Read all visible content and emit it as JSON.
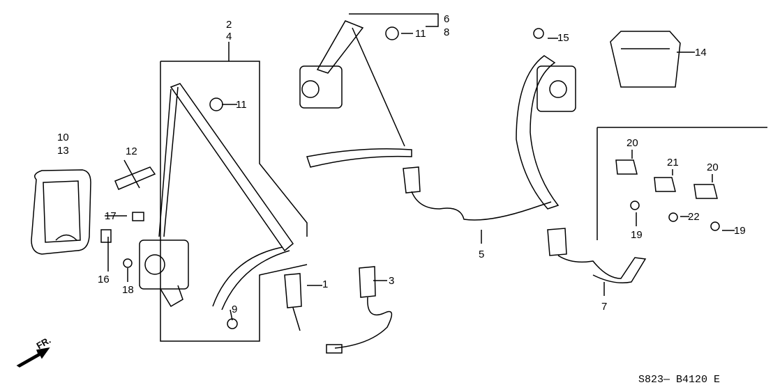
{
  "diagram_code": "S823— B4120 E",
  "direction_label": "FR.",
  "callouts": [
    {
      "id": "c2",
      "text": "2"
    },
    {
      "id": "c4",
      "text": "4"
    },
    {
      "id": "c6",
      "text": "6"
    },
    {
      "id": "c8",
      "text": "8"
    },
    {
      "id": "c11a",
      "text": "11"
    },
    {
      "id": "c11b",
      "text": "11"
    },
    {
      "id": "c15",
      "text": "15"
    },
    {
      "id": "c14",
      "text": "14"
    },
    {
      "id": "c10",
      "text": "10"
    },
    {
      "id": "c13",
      "text": "13"
    },
    {
      "id": "c12",
      "text": "12"
    },
    {
      "id": "c17",
      "text": "17"
    },
    {
      "id": "c16",
      "text": "16"
    },
    {
      "id": "c18",
      "text": "18"
    },
    {
      "id": "c1",
      "text": "1"
    },
    {
      "id": "c3",
      "text": "3"
    },
    {
      "id": "c9",
      "text": "9"
    },
    {
      "id": "c5",
      "text": "5"
    },
    {
      "id": "c7",
      "text": "7"
    },
    {
      "id": "c20a",
      "text": "20"
    },
    {
      "id": "c21",
      "text": "21"
    },
    {
      "id": "c20b",
      "text": "20"
    },
    {
      "id": "c19a",
      "text": "19"
    },
    {
      "id": "c22",
      "text": "22"
    },
    {
      "id": "c19b",
      "text": "19"
    }
  ]
}
